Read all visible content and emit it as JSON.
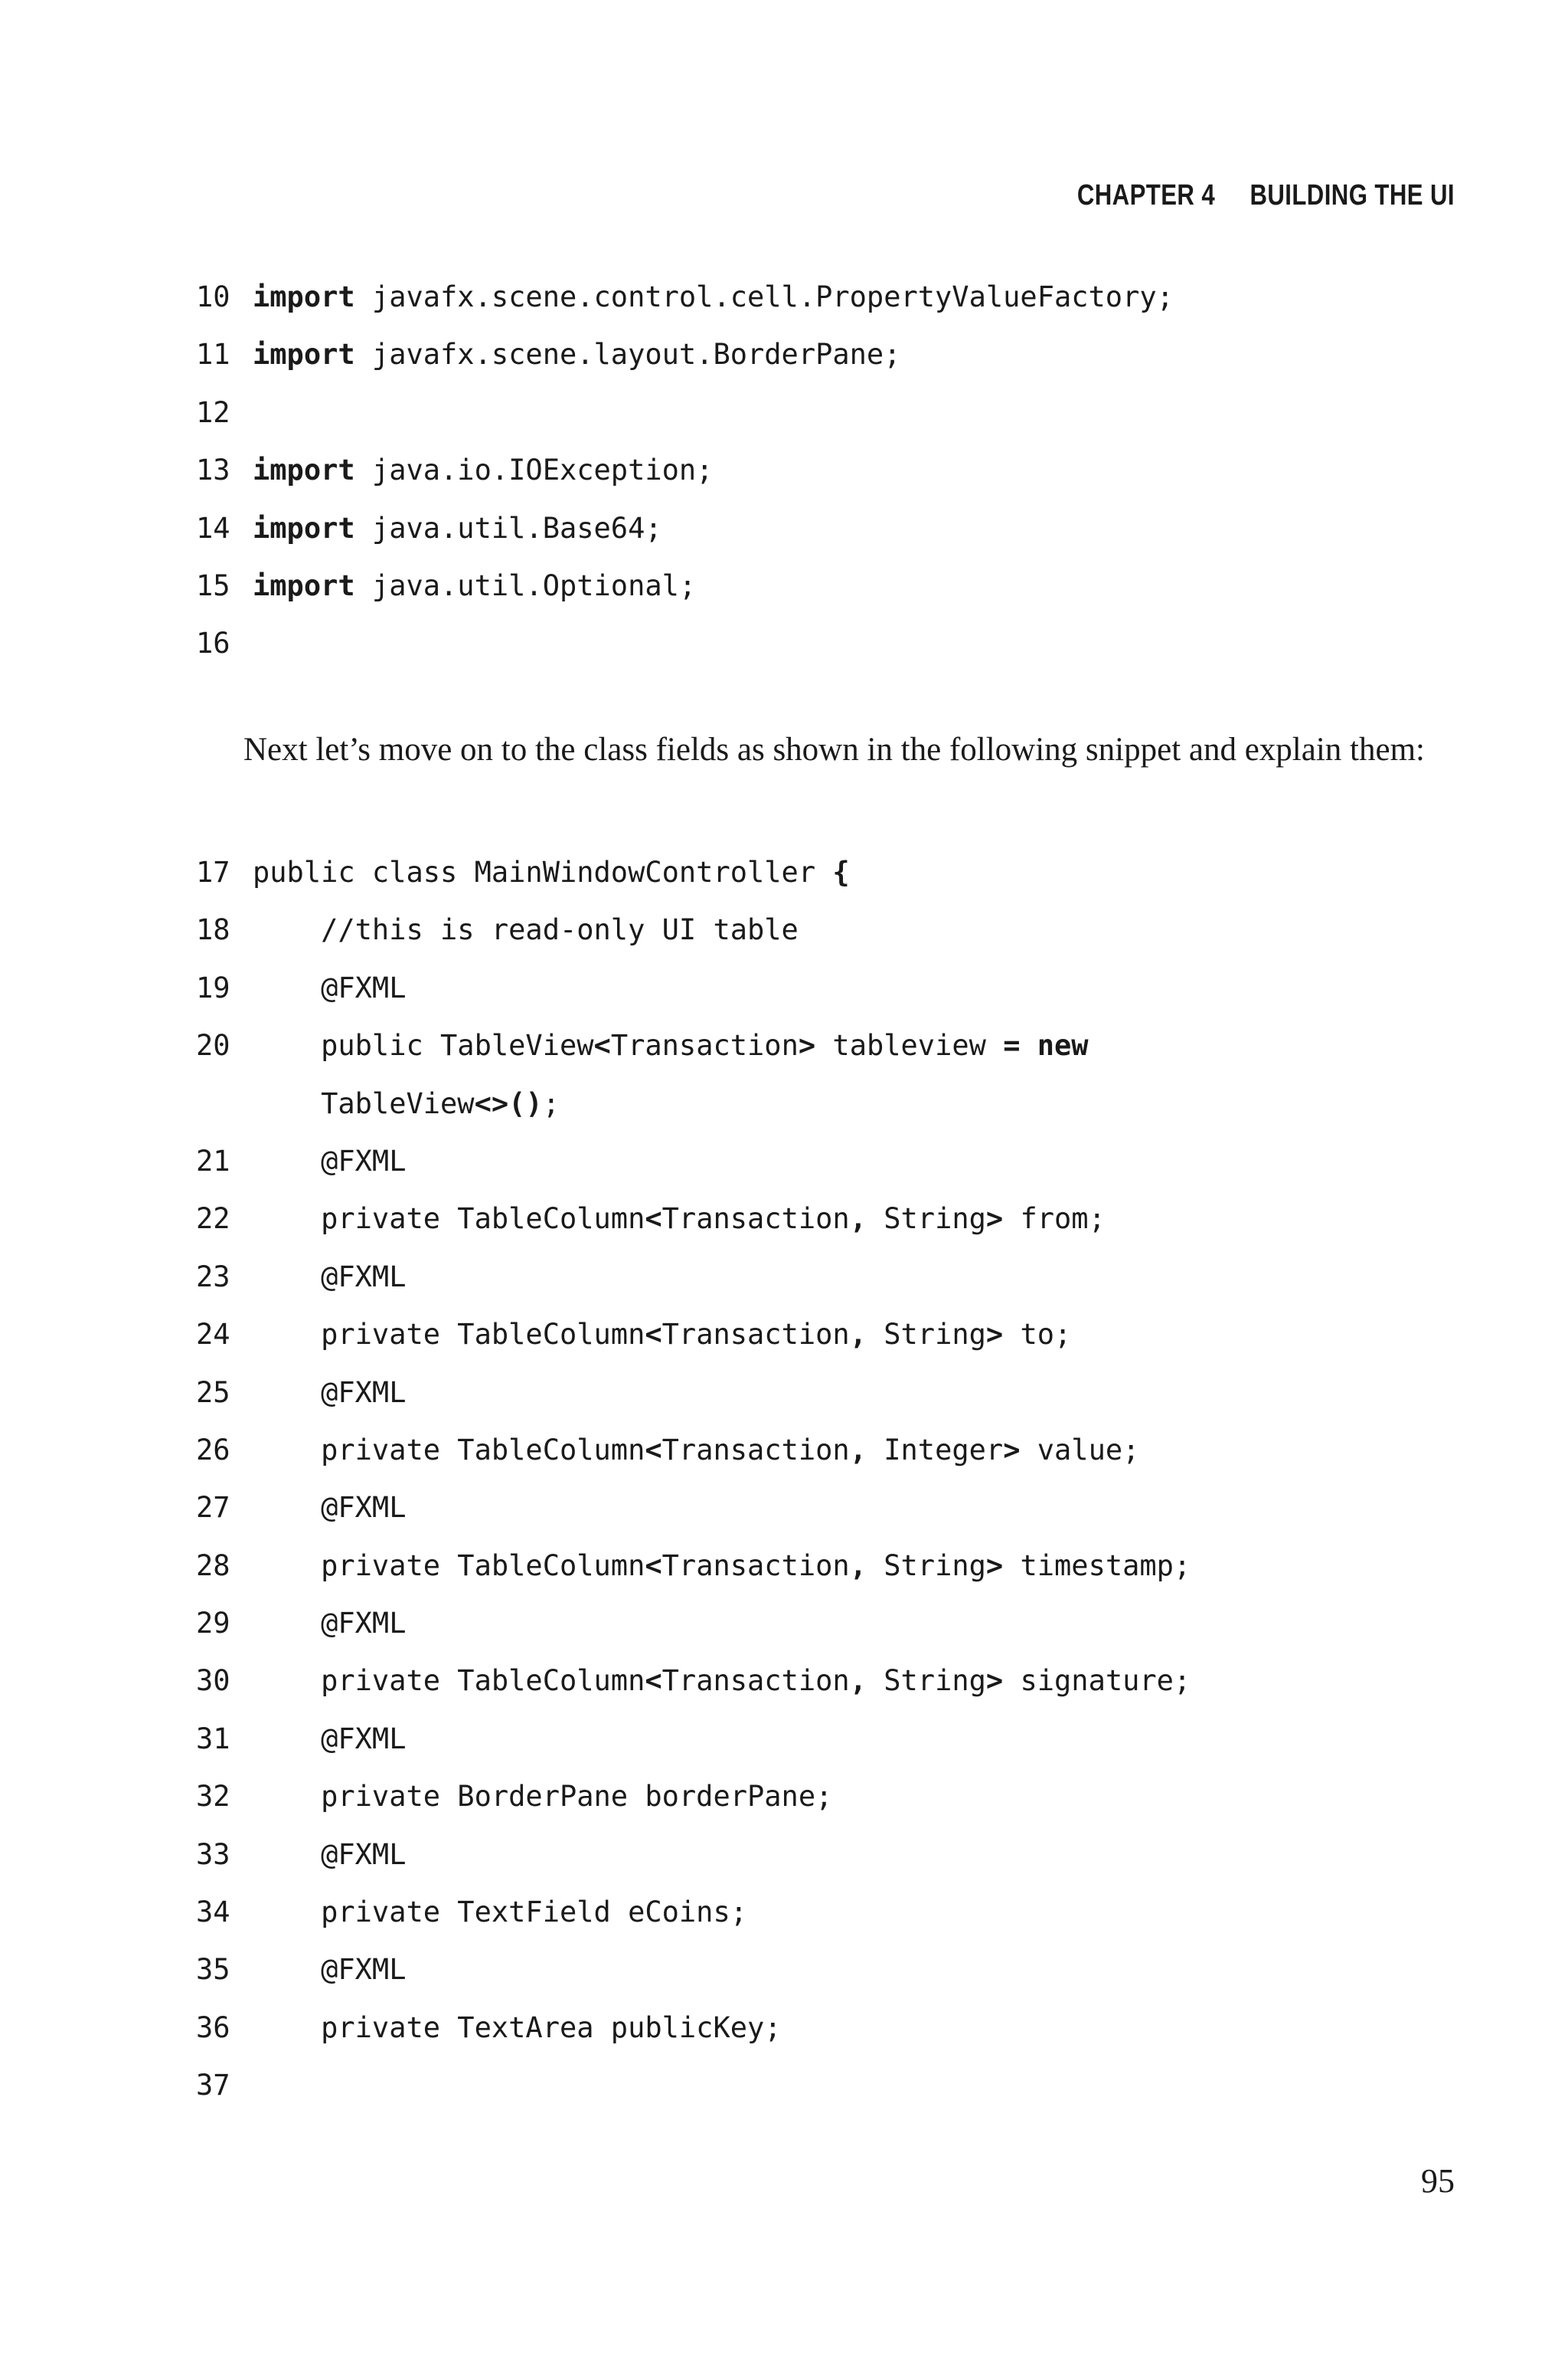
{
  "page": {
    "running_head": "CHAPTER 4     BUILDING THE UI",
    "folio": "95",
    "ink_color": "#1a1a1a",
    "background_color": "#ffffff"
  },
  "code_block_1": {
    "lines": [
      {
        "number": "10",
        "segments": [
          {
            "text": "import",
            "bold": true
          },
          {
            "text": " javafx.scene.control.cell.PropertyValueFactory;",
            "bold": false
          }
        ]
      },
      {
        "number": "11",
        "segments": [
          {
            "text": "import",
            "bold": true
          },
          {
            "text": " javafx.scene.layout.BorderPane;",
            "bold": false
          }
        ]
      },
      {
        "number": "12",
        "segments": [
          {
            "text": "",
            "bold": false
          }
        ]
      },
      {
        "number": "13",
        "segments": [
          {
            "text": "import",
            "bold": true
          },
          {
            "text": " java.io.IOException;",
            "bold": false
          }
        ]
      },
      {
        "number": "14",
        "segments": [
          {
            "text": "import",
            "bold": true
          },
          {
            "text": " java.util.Base64;",
            "bold": false
          }
        ]
      },
      {
        "number": "15",
        "segments": [
          {
            "text": "import",
            "bold": true
          },
          {
            "text": " java.util.Optional;",
            "bold": false
          }
        ]
      },
      {
        "number": "16",
        "segments": [
          {
            "text": "",
            "bold": false
          }
        ]
      }
    ]
  },
  "paragraph": {
    "text": "Next let’s move on to the class fields as shown in the following snippet and explain them:"
  },
  "code_block_2": {
    "lines": [
      {
        "number": "17",
        "continuation": false,
        "segments": [
          {
            "text": "public class MainWindowController ",
            "bold": false
          },
          {
            "text": "{",
            "bold": true
          }
        ]
      },
      {
        "number": "18",
        "continuation": false,
        "segments": [
          {
            "text": "    //this is read-only UI table",
            "bold": false
          }
        ]
      },
      {
        "number": "19",
        "continuation": false,
        "segments": [
          {
            "text": "    @FXML",
            "bold": false
          }
        ]
      },
      {
        "number": "20",
        "continuation": false,
        "segments": [
          {
            "text": "    public TableView",
            "bold": false
          },
          {
            "text": "<",
            "bold": true
          },
          {
            "text": "Transaction",
            "bold": false
          },
          {
            "text": ">",
            "bold": true
          },
          {
            "text": " tableview ",
            "bold": false
          },
          {
            "text": "= new",
            "bold": true
          }
        ]
      },
      {
        "number": "",
        "continuation": true,
        "segments": [
          {
            "text": "    TableView",
            "bold": false
          },
          {
            "text": "<>()",
            "bold": true
          },
          {
            "text": ";",
            "bold": false
          }
        ]
      },
      {
        "number": "21",
        "continuation": false,
        "segments": [
          {
            "text": "    @FXML",
            "bold": false
          }
        ]
      },
      {
        "number": "22",
        "continuation": false,
        "segments": [
          {
            "text": "    private TableColumn",
            "bold": false
          },
          {
            "text": "<",
            "bold": true
          },
          {
            "text": "Transaction",
            "bold": false
          },
          {
            "text": ",",
            "bold": true
          },
          {
            "text": " String",
            "bold": false
          },
          {
            "text": ">",
            "bold": true
          },
          {
            "text": " from;",
            "bold": false
          }
        ]
      },
      {
        "number": "23",
        "continuation": false,
        "segments": [
          {
            "text": "    @FXML",
            "bold": false
          }
        ]
      },
      {
        "number": "24",
        "continuation": false,
        "segments": [
          {
            "text": "    private TableColumn",
            "bold": false
          },
          {
            "text": "<",
            "bold": true
          },
          {
            "text": "Transaction",
            "bold": false
          },
          {
            "text": ",",
            "bold": true
          },
          {
            "text": " String",
            "bold": false
          },
          {
            "text": ">",
            "bold": true
          },
          {
            "text": " to;",
            "bold": false
          }
        ]
      },
      {
        "number": "25",
        "continuation": false,
        "segments": [
          {
            "text": "    @FXML",
            "bold": false
          }
        ]
      },
      {
        "number": "26",
        "continuation": false,
        "segments": [
          {
            "text": "    private TableColumn",
            "bold": false
          },
          {
            "text": "<",
            "bold": true
          },
          {
            "text": "Transaction",
            "bold": false
          },
          {
            "text": ",",
            "bold": true
          },
          {
            "text": " Integer",
            "bold": false
          },
          {
            "text": ">",
            "bold": true
          },
          {
            "text": " value;",
            "bold": false
          }
        ]
      },
      {
        "number": "27",
        "continuation": false,
        "segments": [
          {
            "text": "    @FXML",
            "bold": false
          }
        ]
      },
      {
        "number": "28",
        "continuation": false,
        "segments": [
          {
            "text": "    private TableColumn",
            "bold": false
          },
          {
            "text": "<",
            "bold": true
          },
          {
            "text": "Transaction",
            "bold": false
          },
          {
            "text": ",",
            "bold": true
          },
          {
            "text": " String",
            "bold": false
          },
          {
            "text": ">",
            "bold": true
          },
          {
            "text": " timestamp;",
            "bold": false
          }
        ]
      },
      {
        "number": "29",
        "continuation": false,
        "segments": [
          {
            "text": "    @FXML",
            "bold": false
          }
        ]
      },
      {
        "number": "30",
        "continuation": false,
        "segments": [
          {
            "text": "    private TableColumn",
            "bold": false
          },
          {
            "text": "<",
            "bold": true
          },
          {
            "text": "Transaction",
            "bold": false
          },
          {
            "text": ",",
            "bold": true
          },
          {
            "text": " String",
            "bold": false
          },
          {
            "text": ">",
            "bold": true
          },
          {
            "text": " signature;",
            "bold": false
          }
        ]
      },
      {
        "number": "31",
        "continuation": false,
        "segments": [
          {
            "text": "    @FXML",
            "bold": false
          }
        ]
      },
      {
        "number": "32",
        "continuation": false,
        "segments": [
          {
            "text": "    private BorderPane borderPane;",
            "bold": false
          }
        ]
      },
      {
        "number": "33",
        "continuation": false,
        "segments": [
          {
            "text": "    @FXML",
            "bold": false
          }
        ]
      },
      {
        "number": "34",
        "continuation": false,
        "segments": [
          {
            "text": "    private TextField eCoins;",
            "bold": false
          }
        ]
      },
      {
        "number": "35",
        "continuation": false,
        "segments": [
          {
            "text": "    @FXML",
            "bold": false
          }
        ]
      },
      {
        "number": "36",
        "continuation": false,
        "segments": [
          {
            "text": "    private TextArea publicKey;",
            "bold": false
          }
        ]
      },
      {
        "number": "37",
        "continuation": false,
        "segments": [
          {
            "text": "",
            "bold": false
          }
        ]
      }
    ]
  }
}
